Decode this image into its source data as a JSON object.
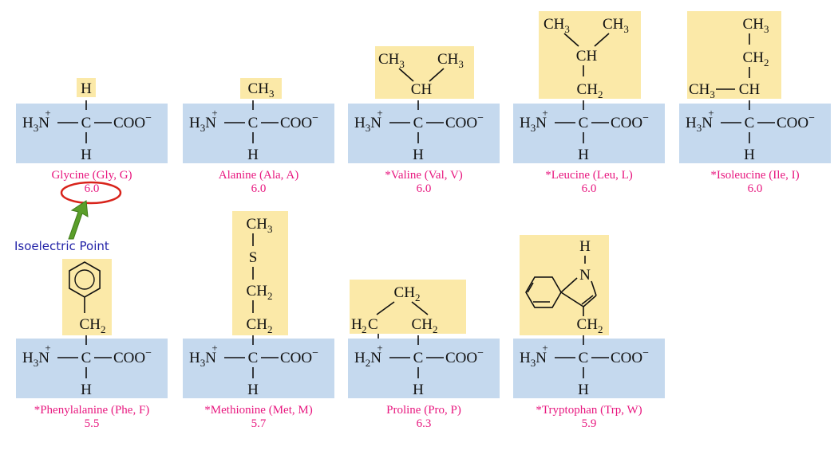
{
  "colors": {
    "backbone": "#c5d9ee",
    "side_chain": "#fbe9a8",
    "label": "#e8177f",
    "annotation_ring": "#d8231b",
    "annotation_arrow": "#5a9e2a",
    "annotation_text": "#2424a8"
  },
  "backbone": {
    "h3n": "H3N",
    "h2n": "H2N",
    "plus": "+",
    "carbon": "C",
    "coo": "COO",
    "minus": "−",
    "h": "H"
  },
  "annotation": {
    "label": "Isoelectric Point",
    "ring_value": "6.0"
  },
  "amino_acids": [
    {
      "id": "glycine",
      "name": "Glycine (Gly, G)",
      "pi": "6.0",
      "side": "H"
    },
    {
      "id": "alanine",
      "name": "Alanine (Ala, A)",
      "pi": "6.0",
      "side": "CH3"
    },
    {
      "id": "valine",
      "name": "*Valine (Val, V)",
      "pi": "6.0",
      "side": "CH(CH3)2"
    },
    {
      "id": "leucine",
      "name": "*Leucine (Leu, L)",
      "pi": "6.0",
      "side": "CH2-CH(CH3)2"
    },
    {
      "id": "isoleucine",
      "name": "*Isoleucine (Ile, I)",
      "pi": "6.0",
      "side": "CH(CH3)-CH2-CH3"
    },
    {
      "id": "phenylalanine",
      "name": "*Phenylalanine (Phe, F)",
      "pi": "5.5",
      "side": "CH2-phenyl"
    },
    {
      "id": "methionine",
      "name": "*Methionine (Met, M)",
      "pi": "5.7",
      "side": "CH2-CH2-S-CH3"
    },
    {
      "id": "proline",
      "name": "Proline (Pro, P)",
      "pi": "6.3",
      "side": "ring CH2-CH2-CH2"
    },
    {
      "id": "tryptophan",
      "name": "*Tryptophan (Trp, W)",
      "pi": "5.9",
      "side": "CH2-indole"
    }
  ],
  "side_text": {
    "h": "H",
    "ch": "CH",
    "ch2": "CH2",
    "ch3": "CH3",
    "s": "S",
    "n": "N",
    "h2c": "H2C",
    "sub2": "2",
    "sub3": "3"
  }
}
